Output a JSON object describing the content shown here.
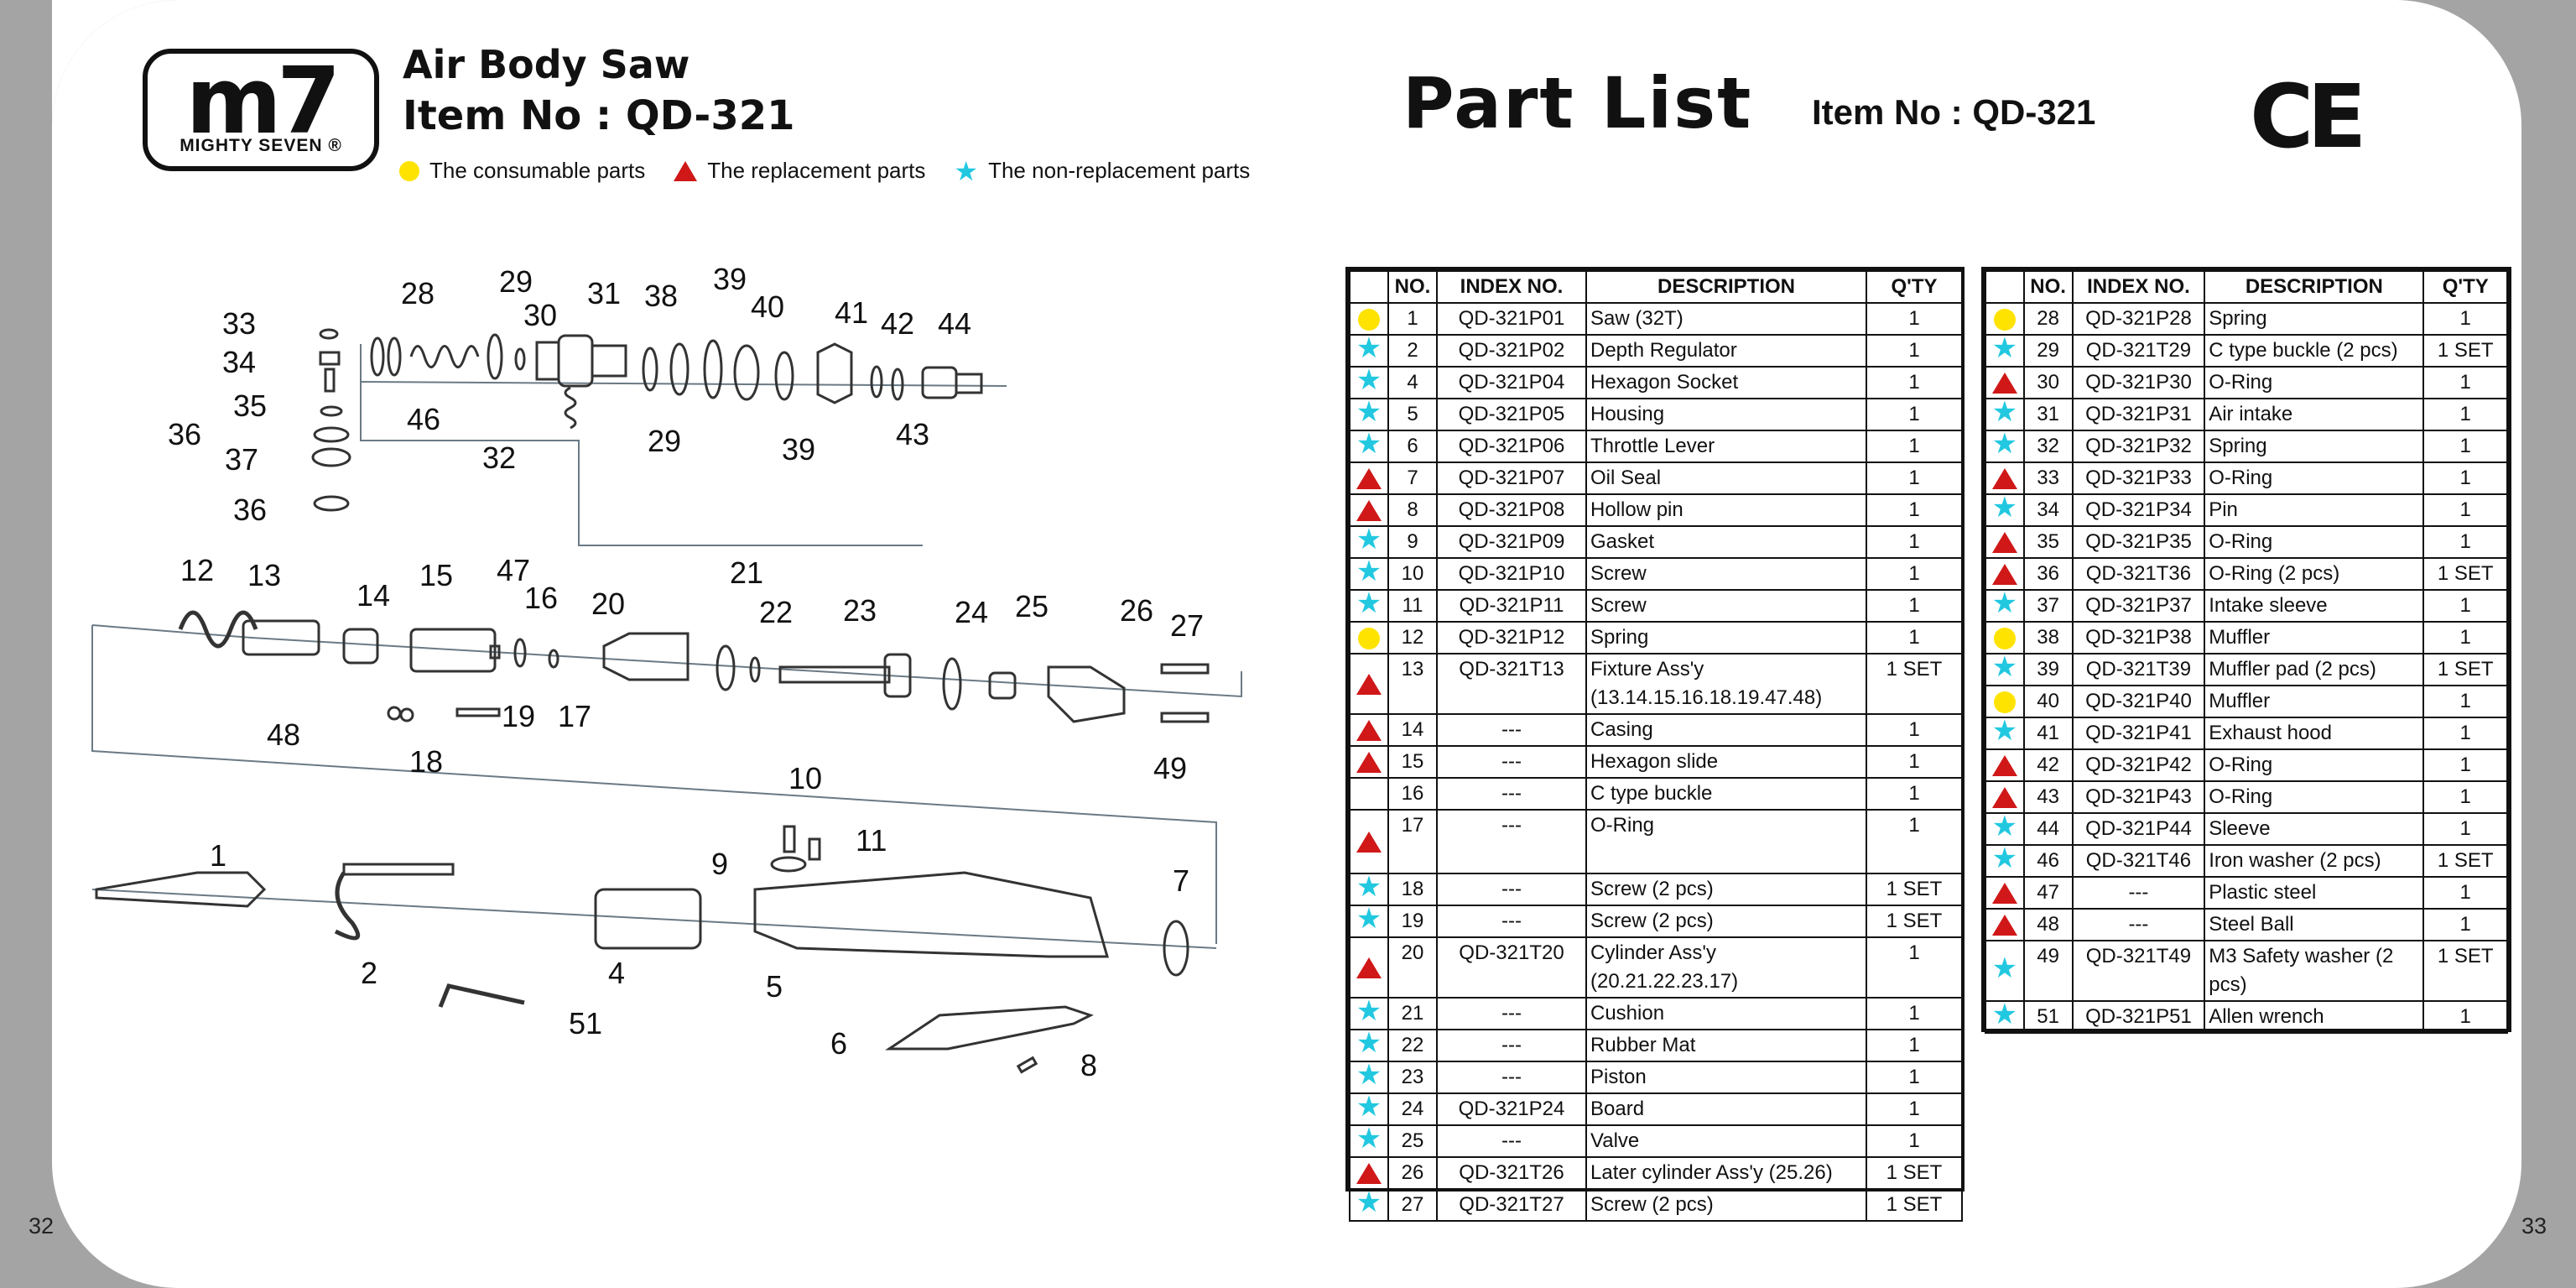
{
  "page_numbers": {
    "left": "32",
    "right": "33"
  },
  "logo": {
    "mark": "m7",
    "brand": "MIGHTY SEVEN ®"
  },
  "left_title": {
    "line1": "Air Body Saw",
    "line2": "Item No : QD-321"
  },
  "legend": [
    {
      "icon": "yellow-circle",
      "label": "The consumable parts"
    },
    {
      "icon": "red-triangle",
      "label": "The replacement parts"
    },
    {
      "icon": "cyan-star",
      "label": "The non-replacement parts"
    }
  ],
  "right_title": {
    "main": "Part  List",
    "sub": "Item No : QD-321",
    "mark": "CE"
  },
  "colors": {
    "consumable": "#ffe300",
    "replacement": "#d01818",
    "non_replacement": "#22c8e0"
  },
  "diagram_labels": [
    "33",
    "34",
    "35",
    "36",
    "37",
    "36",
    "28",
    "46",
    "29",
    "30",
    "31",
    "32",
    "29",
    "38",
    "39",
    "40",
    "39",
    "41",
    "42",
    "43",
    "44",
    "12",
    "13",
    "14",
    "15",
    "47",
    "16",
    "20",
    "17",
    "19",
    "18",
    "48",
    "21",
    "22",
    "23",
    "24",
    "25",
    "26",
    "27",
    "49",
    "10",
    "11",
    "9",
    "1",
    "2",
    "4",
    "5",
    "7",
    "51",
    "6",
    "8"
  ],
  "table": {
    "headers": [
      "",
      "NO.",
      "INDEX NO.",
      "DESCRIPTION",
      "Q'TY"
    ],
    "left_rows": [
      {
        "sym": "c",
        "no": "1",
        "idx": "QD-321P01",
        "desc": "Saw (32T)",
        "qty": "1"
      },
      {
        "sym": "s",
        "no": "2",
        "idx": "QD-321P02",
        "desc": "Depth Regulator",
        "qty": "1"
      },
      {
        "sym": "s",
        "no": "4",
        "idx": "QD-321P04",
        "desc": "Hexagon Socket",
        "qty": "1"
      },
      {
        "sym": "s",
        "no": "5",
        "idx": "QD-321P05",
        "desc": "Housing",
        "qty": "1"
      },
      {
        "sym": "s",
        "no": "6",
        "idx": "QD-321P06",
        "desc": "Throttle Lever",
        "qty": "1"
      },
      {
        "sym": "t",
        "no": "7",
        "idx": "QD-321P07",
        "desc": "Oil Seal",
        "qty": "1"
      },
      {
        "sym": "t",
        "no": "8",
        "idx": "QD-321P08",
        "desc": "Hollow pin",
        "qty": "1"
      },
      {
        "sym": "s",
        "no": "9",
        "idx": "QD-321P09",
        "desc": "Gasket",
        "qty": "1"
      },
      {
        "sym": "s",
        "no": "10",
        "idx": "QD-321P10",
        "desc": "Screw",
        "qty": "1"
      },
      {
        "sym": "s",
        "no": "11",
        "idx": "QD-321P11",
        "desc": "Screw",
        "qty": "1"
      },
      {
        "sym": "c",
        "no": "12",
        "idx": "QD-321P12",
        "desc": "Spring",
        "qty": "1"
      },
      {
        "sym": "t",
        "no": "13",
        "idx": "QD-321T13",
        "desc": "Fixture Ass'y (13.14.15.16.18.19.47.48)",
        "qty": "1 SET"
      },
      {
        "sym": "t",
        "no": "14",
        "idx": "---",
        "desc": "Casing",
        "qty": "1"
      },
      {
        "sym": "t",
        "no": "15",
        "idx": "---",
        "desc": "Hexagon slide",
        "qty": "1"
      },
      {
        "sym": "",
        "no": "16",
        "idx": "---",
        "desc": "C type buckle",
        "qty": "1"
      },
      {
        "sym": "t",
        "no": "17",
        "idx": "---",
        "desc": "O-Ring",
        "qty": "1",
        "tall": true
      },
      {
        "sym": "s",
        "no": "18",
        "idx": "---",
        "desc": "Screw (2 pcs)",
        "qty": "1 SET"
      },
      {
        "sym": "s",
        "no": "19",
        "idx": "---",
        "desc": "Screw (2 pcs)",
        "qty": "1 SET"
      },
      {
        "sym": "t",
        "no": "20",
        "idx": "QD-321T20",
        "desc": "Cylinder Ass'y (20.21.22.23.17)",
        "qty": "1"
      },
      {
        "sym": "s",
        "no": "21",
        "idx": "---",
        "desc": "Cushion",
        "qty": "1"
      },
      {
        "sym": "s",
        "no": "22",
        "idx": "---",
        "desc": "Rubber Mat",
        "qty": "1"
      },
      {
        "sym": "s",
        "no": "23",
        "idx": "---",
        "desc": "Piston",
        "qty": "1"
      },
      {
        "sym": "s",
        "no": "24",
        "idx": "QD-321P24",
        "desc": "Board",
        "qty": "1"
      },
      {
        "sym": "s",
        "no": "25",
        "idx": "---",
        "desc": "Valve",
        "qty": "1"
      },
      {
        "sym": "t",
        "no": "26",
        "idx": "QD-321T26",
        "desc": "Later cylinder Ass'y (25.26)",
        "qty": "1 SET"
      },
      {
        "sym": "s",
        "no": "27",
        "idx": "QD-321T27",
        "desc": "Screw (2 pcs)",
        "qty": "1 SET"
      }
    ],
    "right_rows": [
      {
        "sym": "c",
        "no": "28",
        "idx": "QD-321P28",
        "desc": "Spring",
        "qty": "1"
      },
      {
        "sym": "s",
        "no": "29",
        "idx": "QD-321T29",
        "desc": "C type buckle (2 pcs)",
        "qty": "1 SET"
      },
      {
        "sym": "t",
        "no": "30",
        "idx": "QD-321P30",
        "desc": "O-Ring",
        "qty": "1"
      },
      {
        "sym": "s",
        "no": "31",
        "idx": "QD-321P31",
        "desc": "Air intake",
        "qty": "1"
      },
      {
        "sym": "s",
        "no": "32",
        "idx": "QD-321P32",
        "desc": "Spring",
        "qty": "1"
      },
      {
        "sym": "t",
        "no": "33",
        "idx": "QD-321P33",
        "desc": "O-Ring",
        "qty": "1"
      },
      {
        "sym": "s",
        "no": "34",
        "idx": "QD-321P34",
        "desc": "Pin",
        "qty": "1"
      },
      {
        "sym": "t",
        "no": "35",
        "idx": "QD-321P35",
        "desc": "O-Ring",
        "qty": "1"
      },
      {
        "sym": "t",
        "no": "36",
        "idx": "QD-321T36",
        "desc": "O-Ring (2 pcs)",
        "qty": "1 SET"
      },
      {
        "sym": "s",
        "no": "37",
        "idx": "QD-321P37",
        "desc": "Intake sleeve",
        "qty": "1"
      },
      {
        "sym": "c",
        "no": "38",
        "idx": "QD-321P38",
        "desc": "Muffler",
        "qty": "1"
      },
      {
        "sym": "s",
        "no": "39",
        "idx": "QD-321T39",
        "desc": "Muffler pad (2 pcs)",
        "qty": "1 SET"
      },
      {
        "sym": "c",
        "no": "40",
        "idx": "QD-321P40",
        "desc": "Muffler",
        "qty": "1"
      },
      {
        "sym": "s",
        "no": "41",
        "idx": "QD-321P41",
        "desc": "Exhaust hood",
        "qty": "1"
      },
      {
        "sym": "t",
        "no": "42",
        "idx": "QD-321P42",
        "desc": "O-Ring",
        "qty": "1"
      },
      {
        "sym": "t",
        "no": "43",
        "idx": "QD-321P43",
        "desc": "O-Ring",
        "qty": "1"
      },
      {
        "sym": "s",
        "no": "44",
        "idx": "QD-321P44",
        "desc": "Sleeve",
        "qty": "1"
      },
      {
        "sym": "s",
        "no": "46",
        "idx": "QD-321T46",
        "desc": "Iron washer (2 pcs)",
        "qty": "1 SET"
      },
      {
        "sym": "t",
        "no": "47",
        "idx": "---",
        "desc": "Plastic steel",
        "qty": "1"
      },
      {
        "sym": "t",
        "no": "48",
        "idx": "---",
        "desc": "Steel Ball",
        "qty": "1"
      },
      {
        "sym": "s",
        "no": "49",
        "idx": "QD-321T49",
        "desc": "M3 Safety washer (2 pcs)",
        "qty": "1 SET"
      },
      {
        "sym": "s",
        "no": "51",
        "idx": "QD-321P51",
        "desc": "Allen wrench",
        "qty": "1"
      }
    ]
  }
}
